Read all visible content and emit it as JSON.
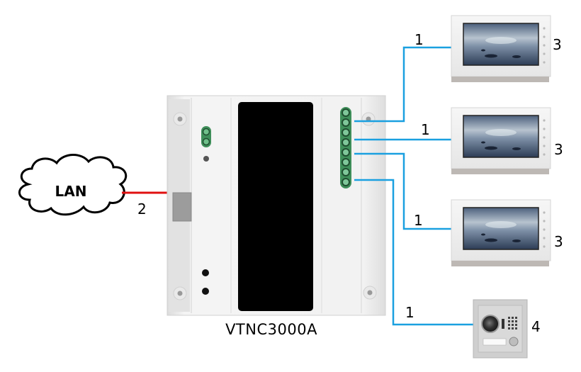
{
  "diagram": {
    "title": "VTNC3000A wiring diagram",
    "controller": {
      "model": "VTNC3000A",
      "terminal_count": 8
    },
    "network": {
      "label": "LAN"
    },
    "connection_labels": {
      "lan_cable": "2",
      "monitor_cable": "1"
    },
    "devices": [
      {
        "type": "indoor-monitor",
        "label": "3"
      },
      {
        "type": "indoor-monitor",
        "label": "3"
      },
      {
        "type": "indoor-monitor",
        "label": "3"
      },
      {
        "type": "outdoor-station",
        "label": "4"
      }
    ],
    "colors": {
      "lan_wire": "#e01010",
      "bus_wire": "#1aa0e0",
      "terminal_green": "#3f8f5a",
      "panel_face": "#efefef"
    }
  }
}
